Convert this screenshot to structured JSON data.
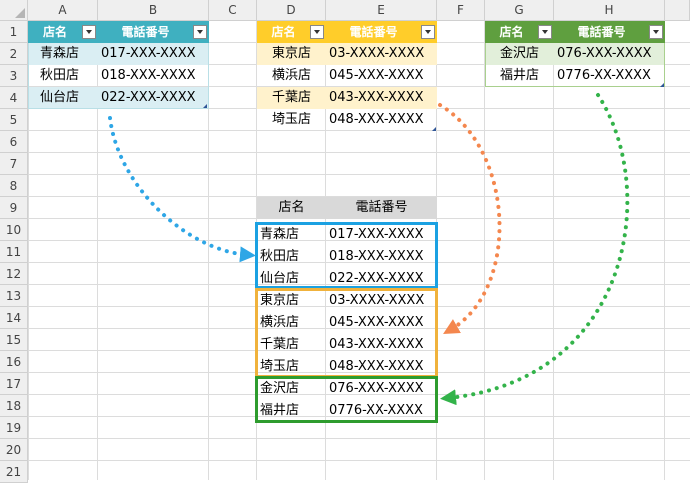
{
  "columns": [
    "A",
    "B",
    "C",
    "D",
    "E",
    "F",
    "G",
    "H"
  ],
  "rows": [
    "1",
    "2",
    "3",
    "4",
    "5",
    "6",
    "7",
    "8",
    "9",
    "10",
    "11",
    "12",
    "13",
    "14",
    "15",
    "16",
    "17",
    "18",
    "19",
    "20",
    "21"
  ],
  "colors": {
    "blue_header": "#3fb0c0",
    "blue_band": "#daeef3",
    "yellow_header": "#ffcd2a",
    "yellow_band": "#fff2cc",
    "green_header": "#5f9f3f",
    "green_band": "#e2efda",
    "blue_arrow": "#2ea6e6",
    "orange_arrow": "#f4874e",
    "green_arrow": "#33b34a",
    "blue_box": "#1ba1e2",
    "orange_box": "#f0b23c",
    "green_box": "#2e9c2e",
    "merged_header": "#d9d9d9"
  },
  "tables": {
    "blue": {
      "headers": [
        "店名",
        "電話番号"
      ],
      "rows": [
        [
          "青森店",
          "017-XXX-XXXX"
        ],
        [
          "秋田店",
          "018-XXX-XXXX"
        ],
        [
          "仙台店",
          "022-XXX-XXXX"
        ]
      ]
    },
    "yellow": {
      "headers": [
        "店名",
        "電話番号"
      ],
      "rows": [
        [
          "東京店",
          "03-XXXX-XXXX"
        ],
        [
          "横浜店",
          "045-XXX-XXXX"
        ],
        [
          "千葉店",
          "043-XXX-XXXX"
        ],
        [
          "埼玉店",
          "048-XXX-XXXX"
        ]
      ]
    },
    "green": {
      "headers": [
        "店名",
        "電話番号"
      ],
      "rows": [
        [
          "金沢店",
          "076-XXX-XXXX"
        ],
        [
          "福井店",
          "0776-XX-XXXX"
        ]
      ]
    },
    "merged": {
      "headers": [
        "店名",
        "電話番号"
      ],
      "rows": [
        [
          "青森店",
          "017-XXX-XXXX"
        ],
        [
          "秋田店",
          "018-XXX-XXXX"
        ],
        [
          "仙台店",
          "022-XXX-XXXX"
        ],
        [
          "東京店",
          "03-XXXX-XXXX"
        ],
        [
          "横浜店",
          "045-XXX-XXXX"
        ],
        [
          "千葉店",
          "043-XXX-XXXX"
        ],
        [
          "埼玉店",
          "048-XXX-XXXX"
        ],
        [
          "金沢店",
          "076-XXX-XXXX"
        ],
        [
          "福井店",
          "0776-XX-XXXX"
        ]
      ]
    }
  },
  "icons": {
    "filter_button": "dropdown-arrow-icon",
    "table_resize": "table-resize-handle-icon",
    "select_all": "select-all-triangle-icon"
  }
}
